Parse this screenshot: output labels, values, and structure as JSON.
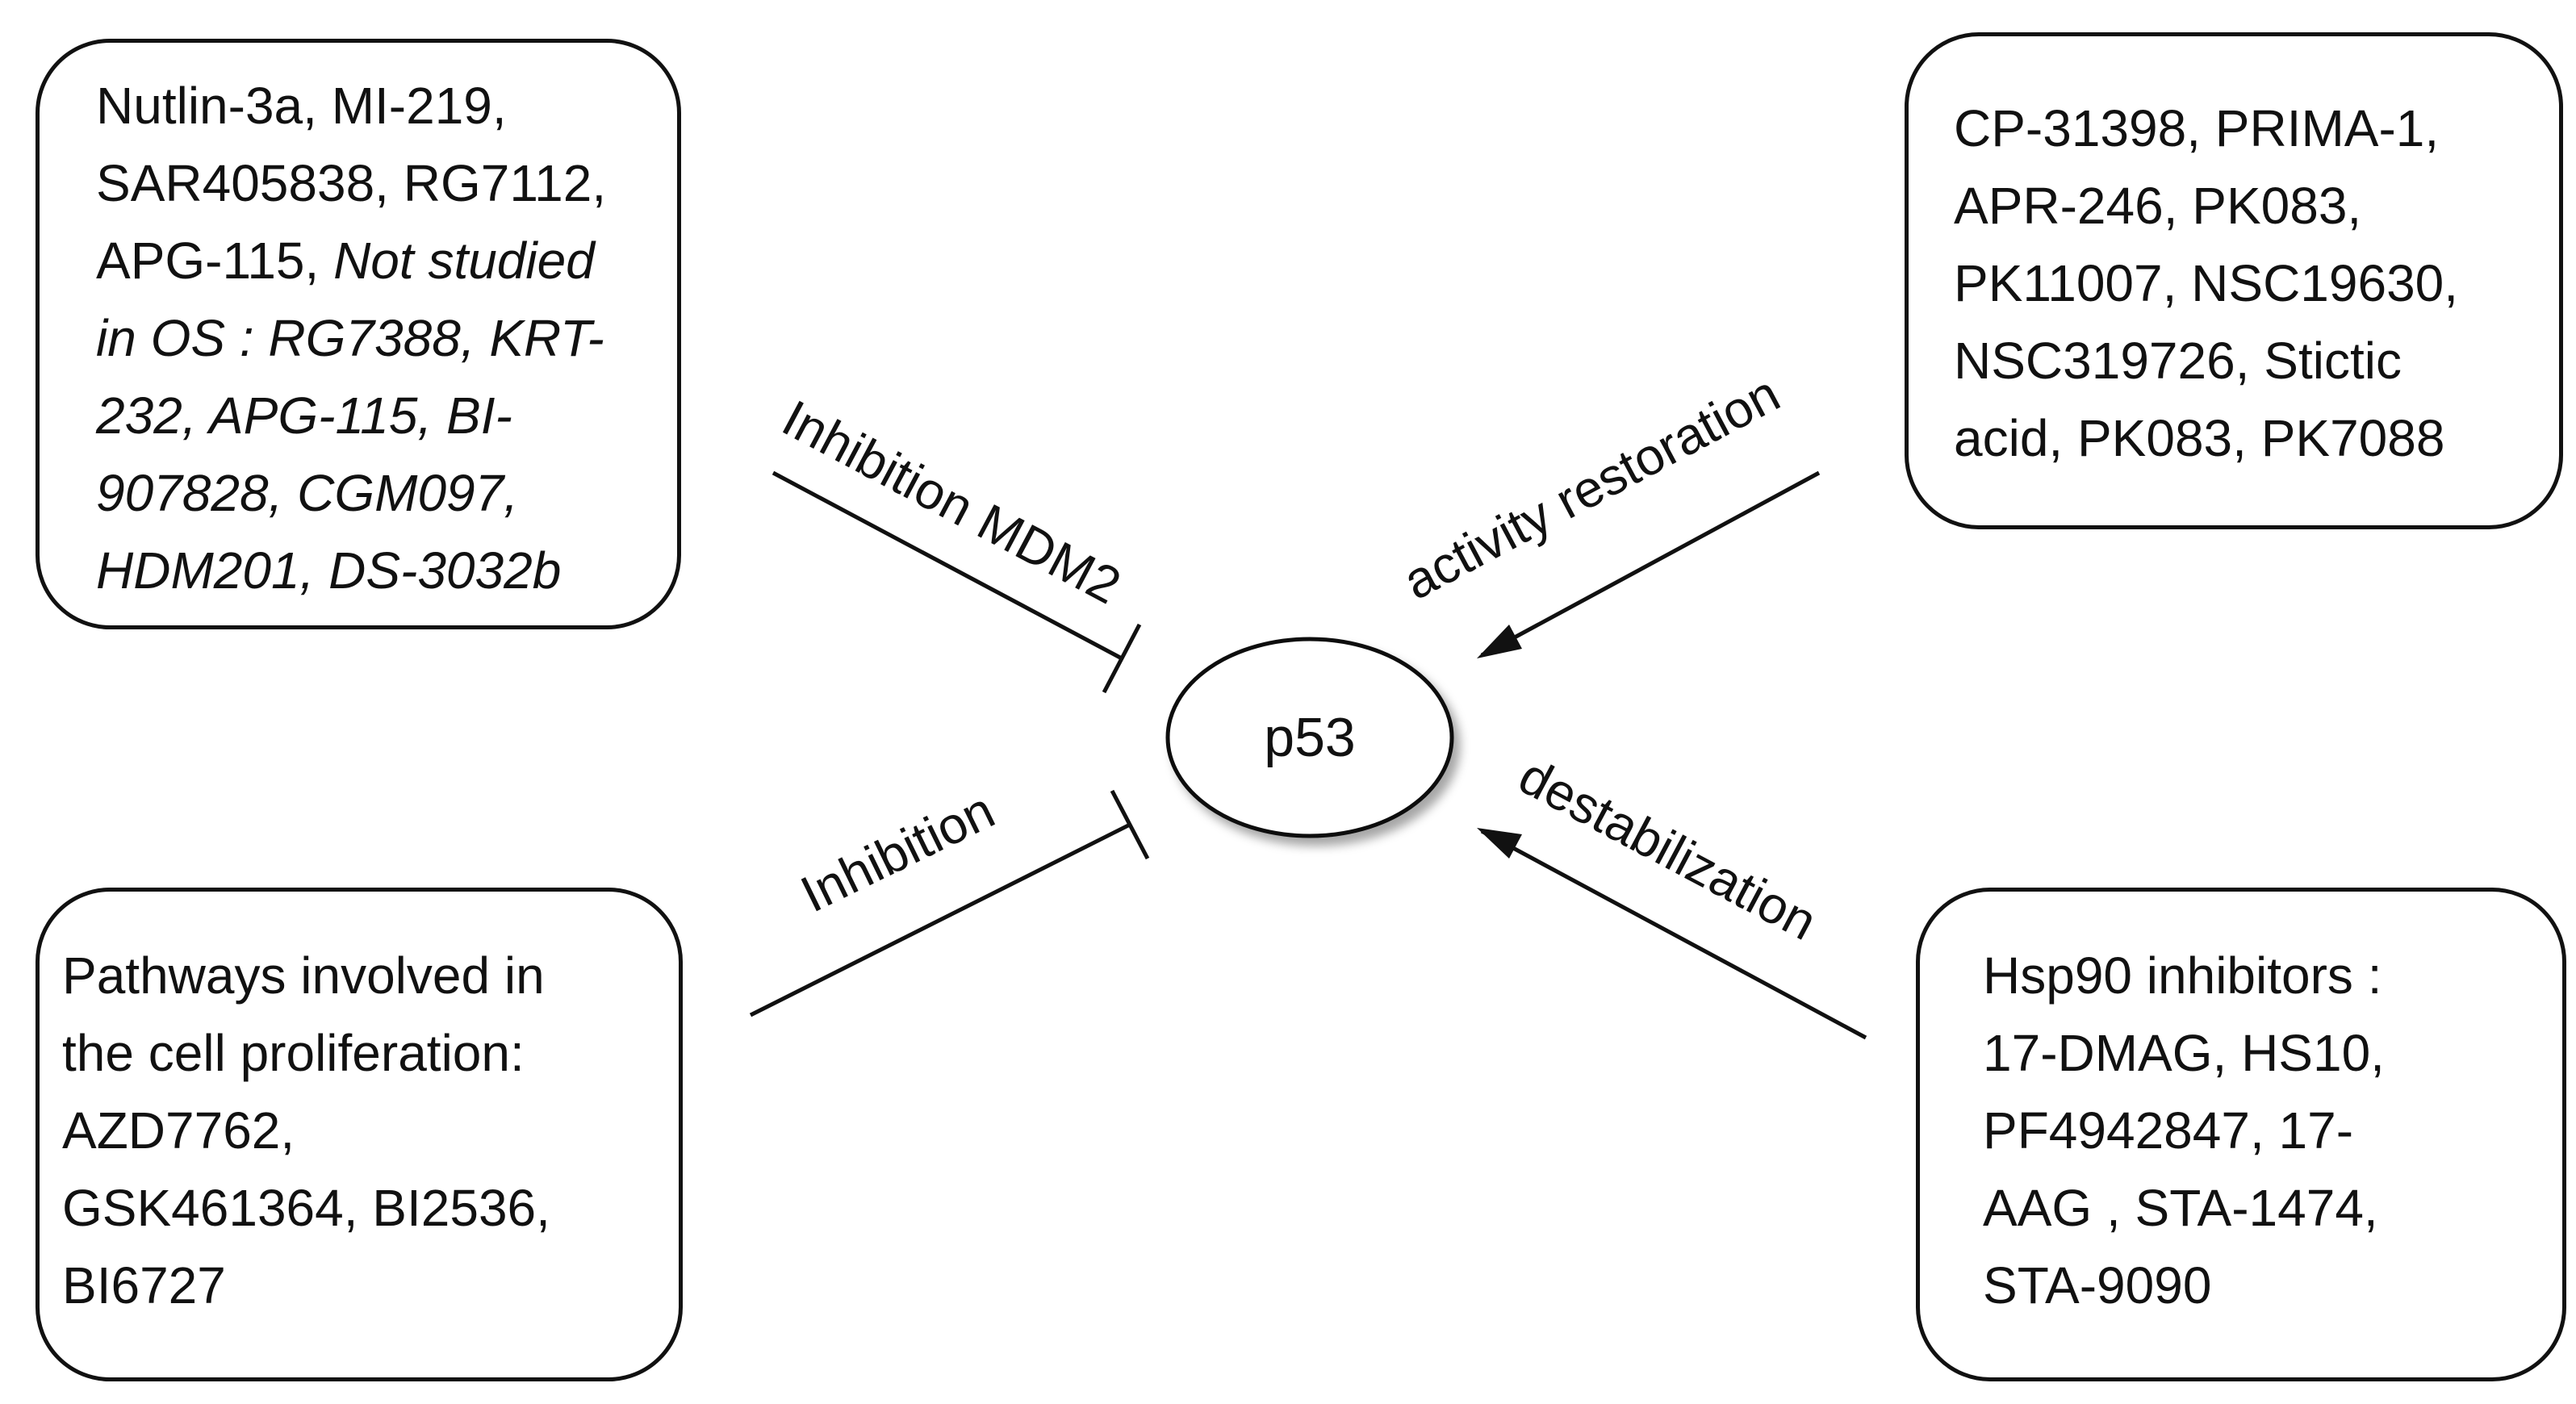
{
  "nodes": {
    "center": "p53",
    "top_left": {
      "lines": [
        [
          {
            "text": "Nutlin-3a, MI-219,",
            "italic": false
          }
        ],
        [
          {
            "text": "SAR405838, RG7112,",
            "italic": false
          }
        ],
        [
          {
            "text": "APG-115, ",
            "italic": false
          },
          {
            "text": "Not studied",
            "italic": true
          }
        ],
        [
          {
            "text": "in OS : RG7388,  KRT-",
            "italic": true
          }
        ],
        [
          {
            "text": "232, APG-115, BI-",
            "italic": true
          }
        ],
        [
          {
            "text": "907828, CGM097,",
            "italic": true
          }
        ],
        [
          {
            "text": "HDM201, DS-3032b",
            "italic": true
          }
        ]
      ]
    },
    "top_right": {
      "lines": [
        [
          {
            "text": "CP-31398, PRIMA-1,",
            "italic": false
          }
        ],
        [
          {
            "text": "APR-246, PK083,",
            "italic": false
          }
        ],
        [
          {
            "text": "PK11007, NSC19630,",
            "italic": false
          }
        ],
        [
          {
            "text": "NSC319726, Stictic",
            "italic": false
          }
        ],
        [
          {
            "text": "acid, PK083, PK7088",
            "italic": false
          }
        ]
      ]
    },
    "bottom_left": {
      "lines": [
        [
          {
            "text": "Pathways involved in",
            "italic": false
          }
        ],
        [
          {
            "text": "the cell proliferation:",
            "italic": false
          }
        ],
        [
          {
            "text": "AZD7762,",
            "italic": false
          }
        ],
        [
          {
            "text": "GSK461364, BI2536,",
            "italic": false
          }
        ],
        [
          {
            "text": "BI6727",
            "italic": false
          }
        ]
      ]
    },
    "bottom_right": {
      "lines": [
        [
          {
            "text": "Hsp90 inhibitors :",
            "italic": false
          }
        ],
        [
          {
            "text": "17-DMAG, HS10,",
            "italic": false
          }
        ],
        [
          {
            "text": "PF4942847, 17-",
            "italic": false
          }
        ],
        [
          {
            "text": "AAG , STA-1474,",
            "italic": false
          }
        ],
        [
          {
            "text": "STA-9090",
            "italic": false
          }
        ]
      ]
    }
  },
  "edges": {
    "top_left": {
      "label": "Inhibition MDM2",
      "type": "inhibition"
    },
    "top_right": {
      "label": "activity restoration",
      "type": "activation"
    },
    "bottom_left": {
      "label": "Inhibition",
      "type": "inhibition"
    },
    "bottom_right": {
      "label": "destabilization",
      "type": "activation"
    }
  },
  "colors": {
    "stroke": "#111111",
    "background": "#ffffff"
  }
}
